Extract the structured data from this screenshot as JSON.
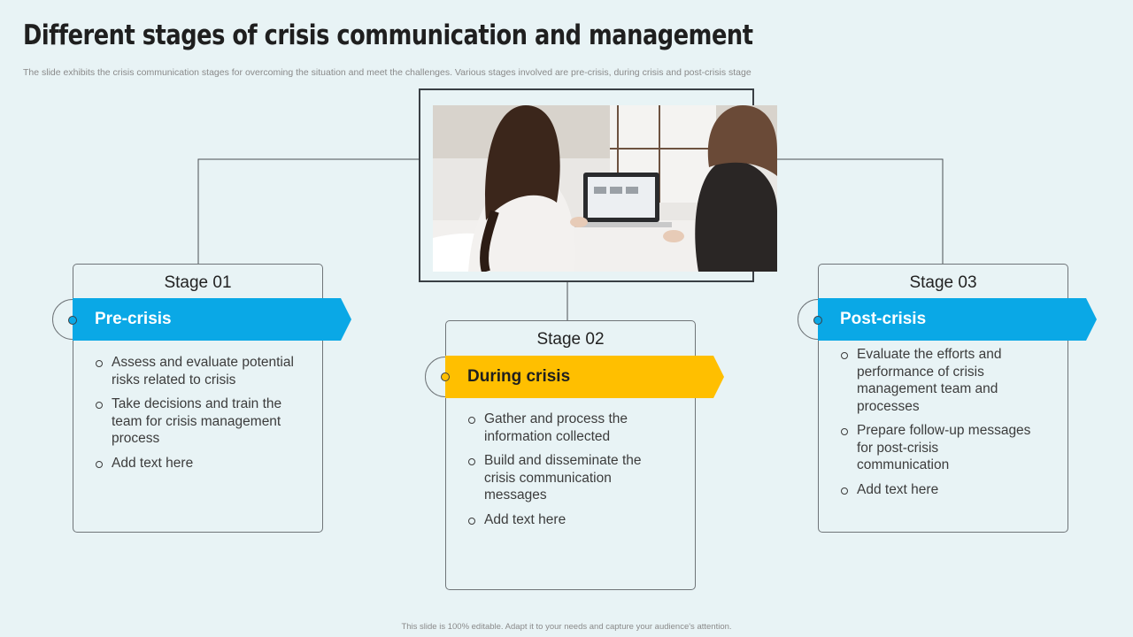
{
  "header": {
    "title": "Different stages of crisis communication and management",
    "subtitle": "The slide exhibits the crisis communication stages for overcoming the situation and meet the challenges. Various stages involved are pre-crisis, during crisis and post-crisis stage"
  },
  "photo": {
    "description": "two-people-at-laptop-photo"
  },
  "stages": [
    {
      "label": "Stage 01",
      "name": "Pre-crisis",
      "color": "#0aa8e6",
      "bullets": [
        "Assess and evaluate potential risks related to crisis",
        "Take decisions and train the team for crisis management process",
        "Add text here"
      ]
    },
    {
      "label": "Stage 02",
      "name": "During crisis",
      "color": "#ffbf00",
      "bullets": [
        "Gather and process the information collected",
        "Build and disseminate the crisis communication messages",
        "Add text here"
      ]
    },
    {
      "label": "Stage 03",
      "name": "Post-crisis",
      "color": "#0aa8e6",
      "bullets": [
        "Evaluate the efforts and performance of crisis management team and processes",
        "Prepare follow-up messages for post-crisis communication",
        "Add text here"
      ]
    }
  ],
  "footer": {
    "text": "This slide is 100% editable. Adapt it to your needs and capture your audience's attention."
  }
}
